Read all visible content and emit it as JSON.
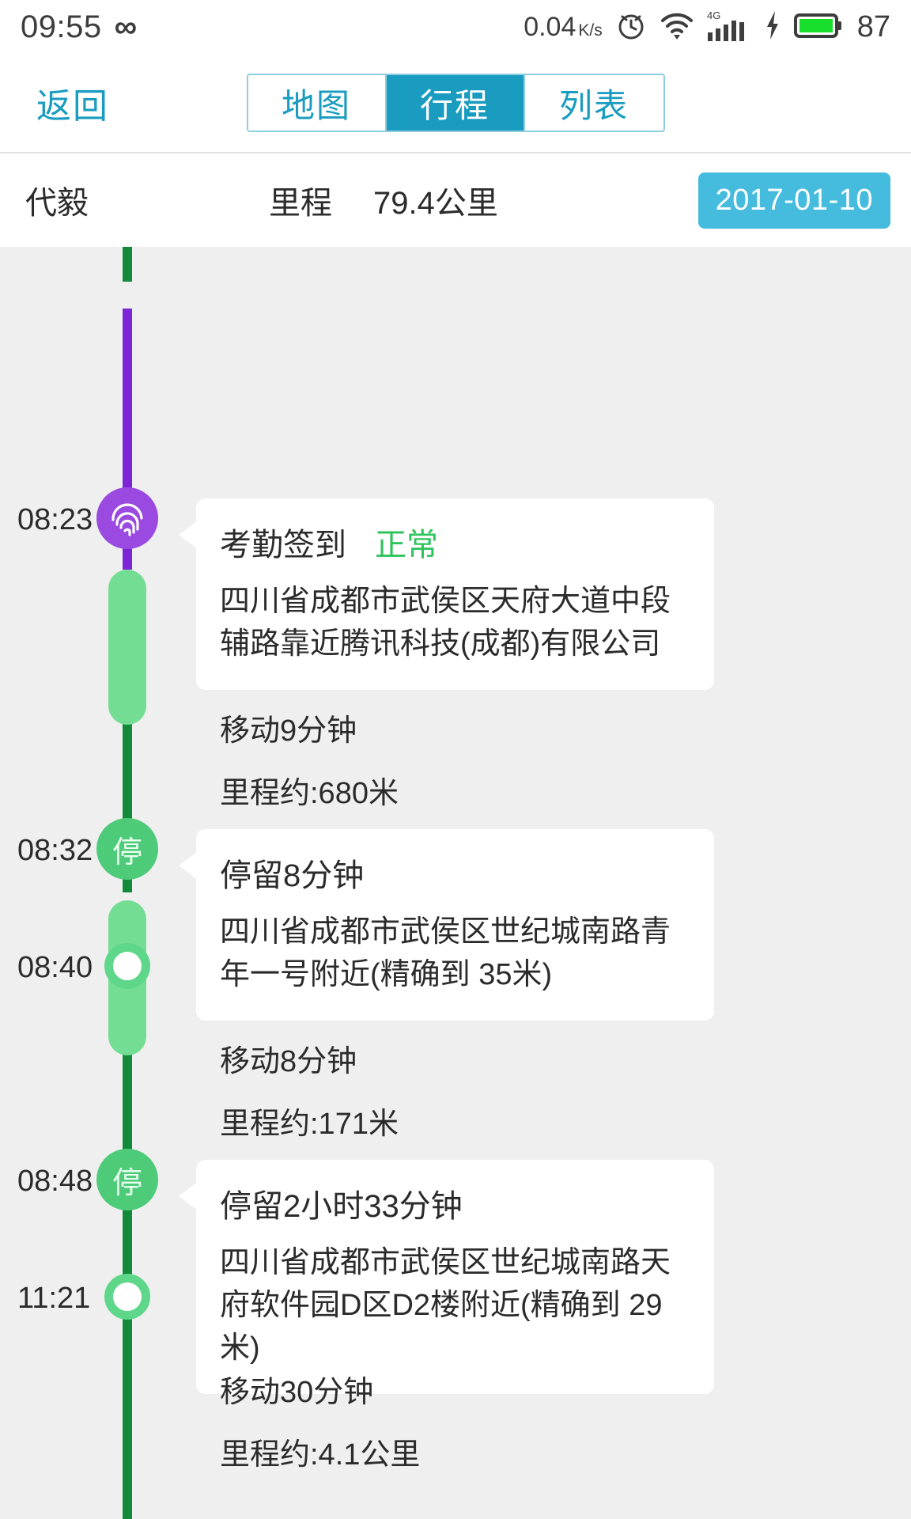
{
  "statusbar": {
    "time": "09:55",
    "infinity_icon": "infinity-icon",
    "data_rate": "0.04",
    "data_rate_unit": "K/s",
    "alarm_icon": "alarm-clock-icon",
    "wifi_icon": "wifi-icon",
    "network_type": "4G",
    "signal_icon": "signal-bars-icon",
    "charging_icon": "charging-bolt-icon",
    "battery_level": "87"
  },
  "navbar": {
    "back_label": "返回",
    "tabs": [
      {
        "label": "地图",
        "active": false
      },
      {
        "label": "行程",
        "active": true
      },
      {
        "label": "列表",
        "active": false
      }
    ]
  },
  "infobar": {
    "person_name": "代毅",
    "mileage_label": "里程",
    "mileage_value": "79.4公里",
    "date": "2017-01-10"
  },
  "timeline": {
    "entries": [
      {
        "type": "checkin",
        "time": "08:23",
        "node_icon": "fingerprint-icon",
        "title": "考勤签到",
        "status": "正常",
        "address": "四川省成都市武侯区天府大道中段辅路靠近腾讯科技(成都)有限公司"
      },
      {
        "type": "move",
        "duration": "移动9分钟",
        "distance": "里程约:680米"
      },
      {
        "type": "stop",
        "time_start": "08:32",
        "time_end": "08:40",
        "node_label": "停",
        "title": "停留8分钟",
        "address": "四川省成都市武侯区世纪城南路青年一号附近(精确到 35米)"
      },
      {
        "type": "move",
        "duration": "移动8分钟",
        "distance": "里程约:171米"
      },
      {
        "type": "stop",
        "time_start": "08:48",
        "time_end": "11:21",
        "node_label": "停",
        "title": "停留2小时33分钟",
        "address": "四川省成都市武侯区世纪城南路天府软件园D区D2楼附近(精确到 29米)"
      },
      {
        "type": "move",
        "duration": "移动30分钟",
        "distance": "里程约:4.1公里"
      }
    ]
  },
  "colors": {
    "accent_teal": "#1a9cc0",
    "date_badge": "#45bbdd",
    "status_green": "#2fc35c",
    "rail_green": "#138a3a",
    "rail_purple": "#7b25d6",
    "stop_node": "#4ecb79",
    "stop_bar": "#74dd94",
    "checkin_node": "#9a4ae0",
    "page_bg": "#efefef"
  }
}
